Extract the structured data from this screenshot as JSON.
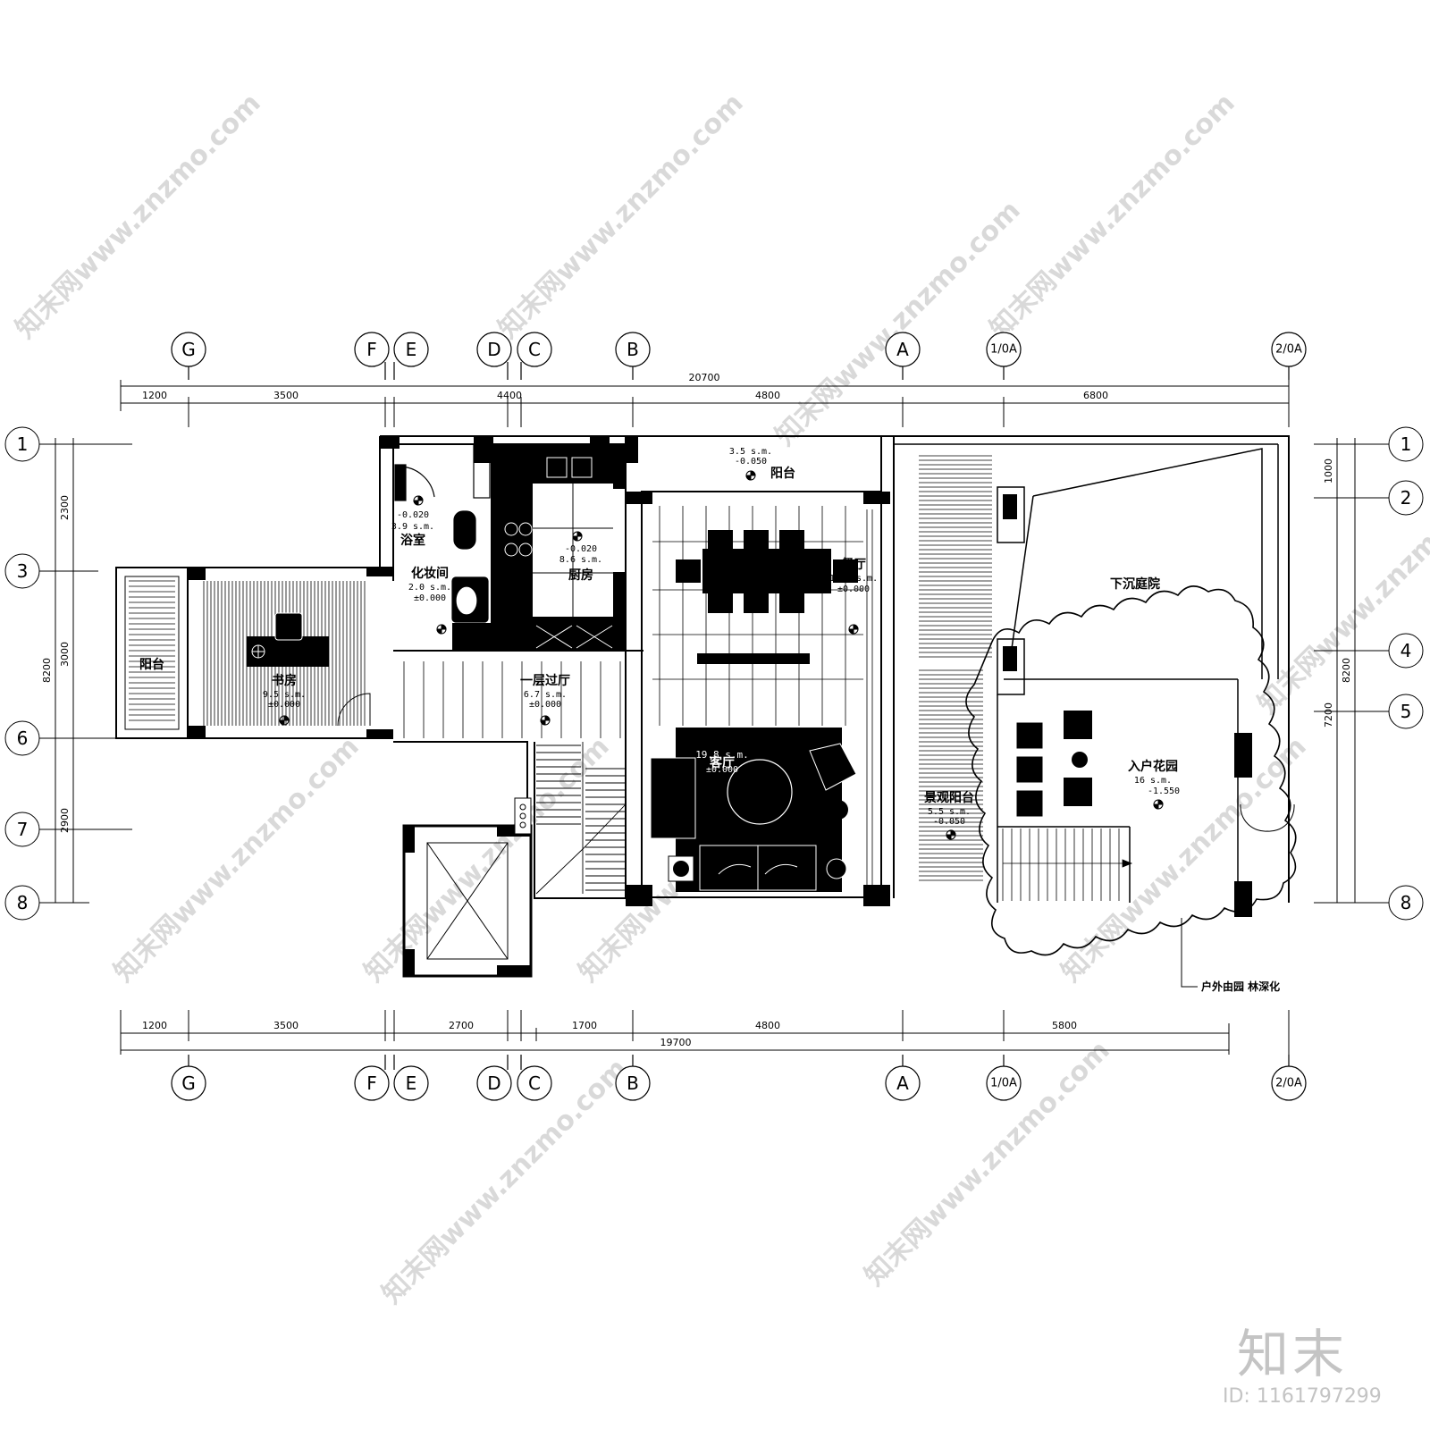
{
  "axes": {
    "columns": [
      "G",
      "F",
      "E",
      "D",
      "C",
      "B",
      "A",
      "1/0A",
      "2/0A"
    ],
    "rows_left": [
      "1",
      "3",
      "6",
      "7",
      "8"
    ],
    "rows_right": [
      "1",
      "2",
      "4",
      "5",
      "8"
    ]
  },
  "dimensions": {
    "top_total": "20700",
    "top_segments": [
      "1200",
      "3500",
      "4400",
      "4800",
      "6800"
    ],
    "bottom_total": "19700",
    "bottom_segments": [
      "1200",
      "3500",
      "2700",
      "1700",
      "4800",
      "5800"
    ],
    "left_segments": [
      "2300",
      "3000",
      "2900"
    ],
    "left_total": "8200",
    "right_segments": [
      "1000",
      "7200"
    ],
    "right_total": "8200"
  },
  "rooms": {
    "balcony_top": {
      "name": "阳台",
      "area": "3.5 s.m.",
      "level": "-0.050"
    },
    "bathroom": {
      "name": "浴室",
      "area": "3.9 s.m.",
      "level": "-0.020"
    },
    "kitchen": {
      "name": "厨房",
      "area": "8.6 s.m.",
      "level": "-0.020"
    },
    "dining": {
      "name": "餐厅",
      "area": "12.4 s.m.",
      "level": "±0.000"
    },
    "sunken_court": {
      "name": "下沉庭院"
    },
    "powder_room": {
      "name": "化妆间",
      "area": "2.0 s.m.",
      "level": "±0.000"
    },
    "study": {
      "name": "书房",
      "area": "9.5 s.m.",
      "level": "±0.000"
    },
    "balcony_left": {
      "name": "阳台"
    },
    "hall": {
      "name": "一层过厅",
      "area": "6.7 s.m.",
      "level": "±0.000"
    },
    "living": {
      "name": "客厅",
      "area": "19.8 s.m.",
      "level": "±0.000"
    },
    "view_balcony": {
      "name": "景观阳台",
      "area": "5.5 s.m.",
      "level": "-0.050"
    },
    "entry_garden": {
      "name": "入户花园",
      "area": "16  s.m.",
      "level": "-1.550"
    }
  },
  "note": "户外由园 林深化",
  "brand": {
    "logo": "知末",
    "id": "ID: 1161797299"
  },
  "watermark": "知末网www.znzmo.com"
}
